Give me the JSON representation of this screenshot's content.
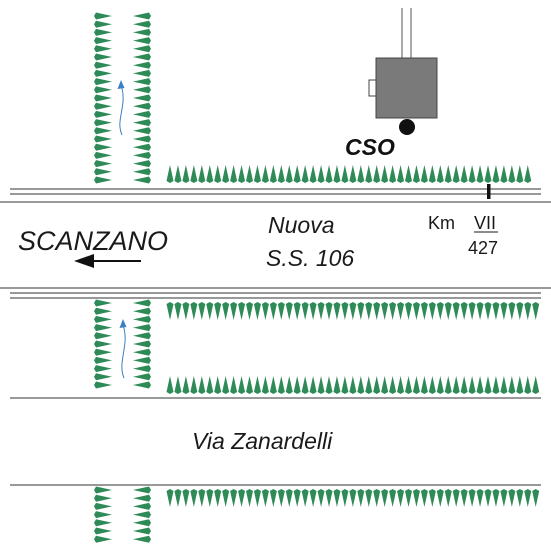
{
  "labels": {
    "scanzano": "SCANZANO",
    "road_name_line1": "Nuova",
    "road_name_line2": "S.S. 106",
    "km_label": "Km",
    "km_roman": "VII",
    "km_number": "427",
    "street": "Via Zanardelli",
    "station": "CSO"
  },
  "colors": {
    "vegetation": "#2e8b57",
    "arrow_blue": "#3b7fc4",
    "station_box": "#7a7a7a",
    "lines": "#333333",
    "text": "#1a1a1a"
  },
  "icons": {
    "station": "monitoring-station-icon",
    "direction_arrow": "left-arrow-icon",
    "flow_arrow": "flow-arrow-icon",
    "vegetation": "tree-icon"
  }
}
